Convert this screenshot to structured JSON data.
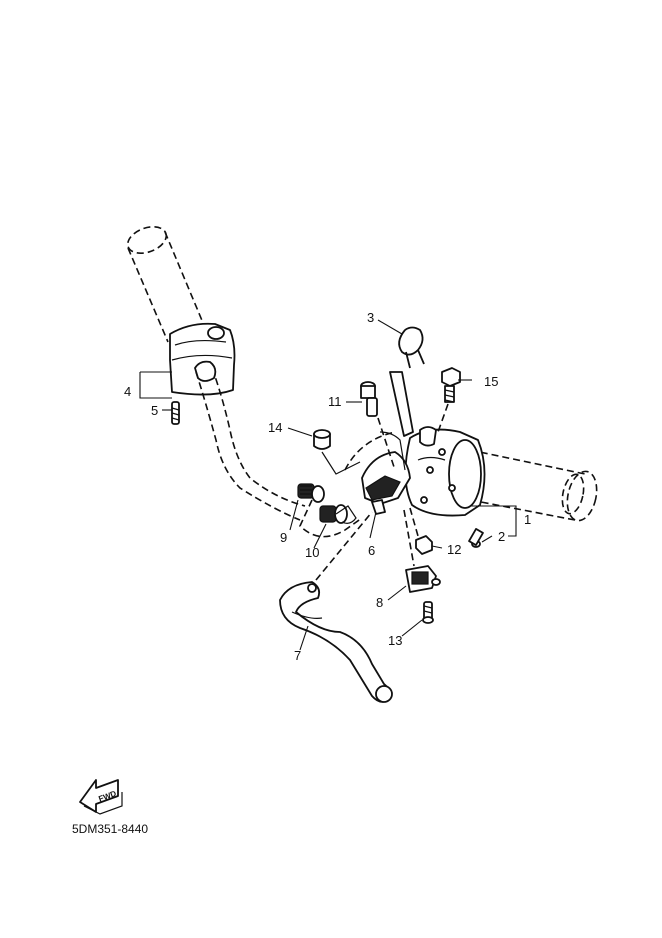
{
  "diagram": {
    "drawing_code": "5DM351-8440",
    "fwd_label": "FWD",
    "callouts": {
      "c1": "1",
      "c2": "2",
      "c3": "3",
      "c4": "4",
      "c5": "5",
      "c6": "6",
      "c7": "7",
      "c8": "8",
      "c9": "9",
      "c10": "10",
      "c11": "11",
      "c12": "12",
      "c13": "13",
      "c14": "14",
      "c15": "15"
    }
  }
}
